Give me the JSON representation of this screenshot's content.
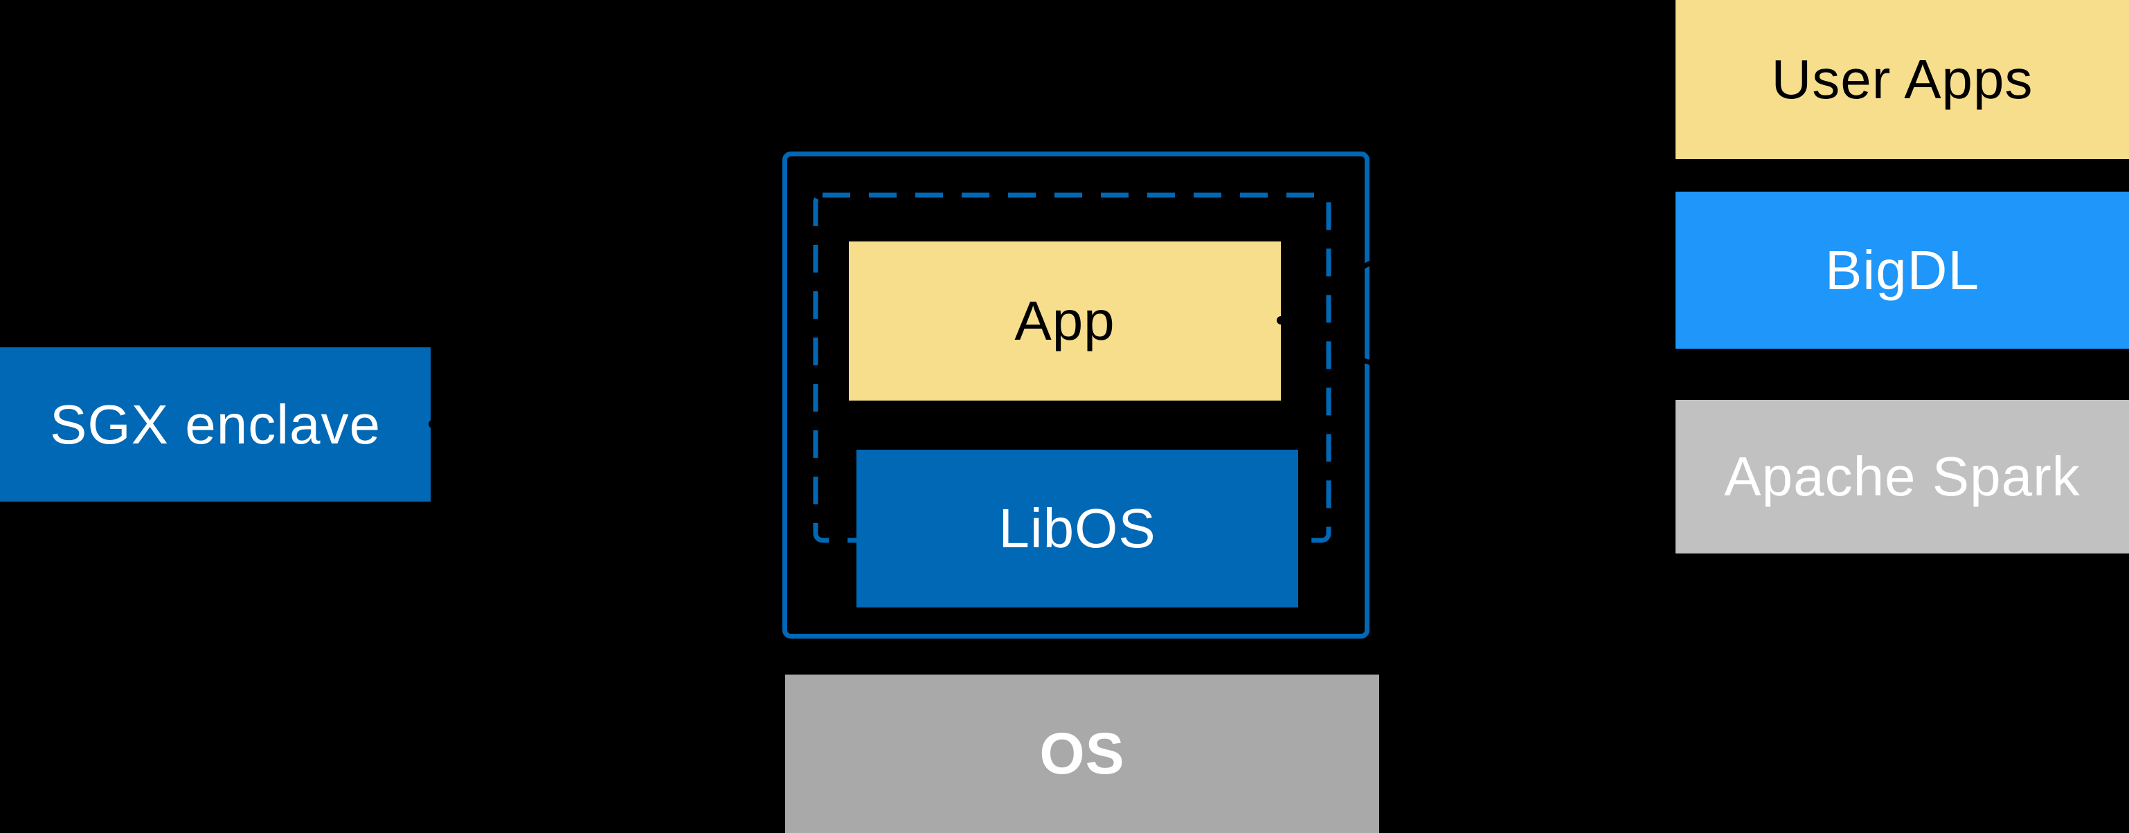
{
  "background": "#000000",
  "boxes": {
    "sgx_enclave": {
      "label": "SGX enclave",
      "fill": "#0068B5",
      "text": "#FFFFFF"
    },
    "app": {
      "label": "App",
      "fill": "#F7DE8C",
      "text": "#000000"
    },
    "libos": {
      "label": "LibOS",
      "fill": "#0068B5",
      "text": "#FFFFFF"
    },
    "os": {
      "label": "OS",
      "fill": "#A9A9A9",
      "text": "#FFFFFF"
    },
    "user_apps": {
      "label": "User Apps",
      "fill": "#F7DE8C",
      "text": "#000000"
    },
    "bigdl": {
      "label": "BigDL",
      "fill": "#1E96FA",
      "text": "#FFFFFF"
    },
    "apache_spark": {
      "label": "Apache Spark",
      "fill": "#C1C1C1",
      "text": "#FFFFFF"
    }
  },
  "borders": {
    "host_outline": "#0068B5",
    "enclave_dashed": "#0068B5"
  },
  "connectors": {
    "color": "#000000"
  }
}
